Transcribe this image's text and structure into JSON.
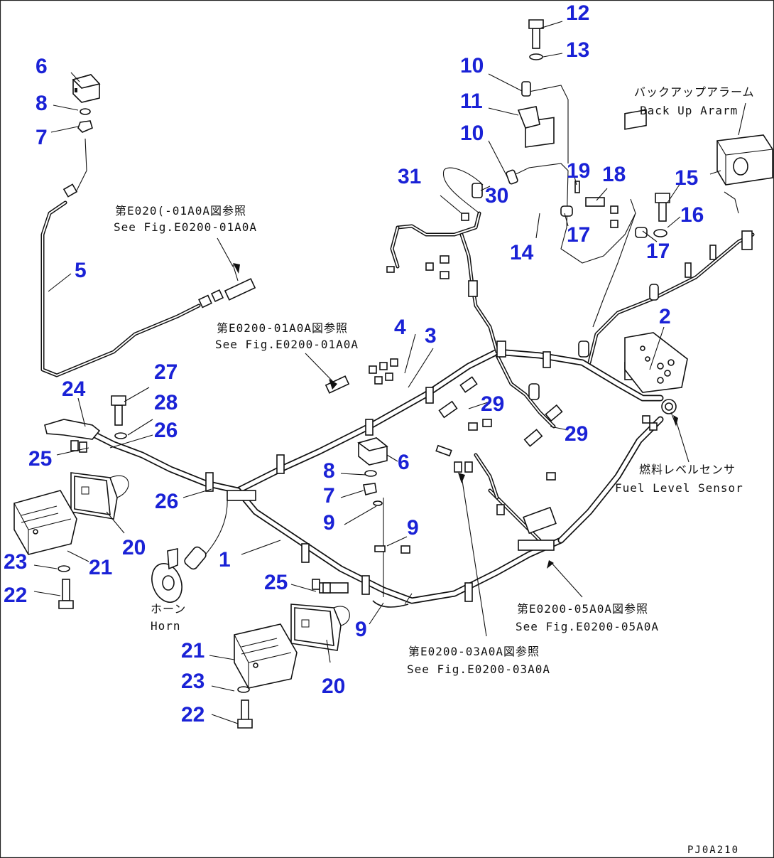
{
  "drawing_code": "PJ0A210",
  "callouts": {
    "c1": "1",
    "c2": "2",
    "c3": "3",
    "c4": "4",
    "c5": "5",
    "c6a": "6",
    "c6b": "6",
    "c7a": "7",
    "c7b": "7",
    "c8a": "8",
    "c8b": "8",
    "c9a": "9",
    "c9b": "9",
    "c9c": "9",
    "c10a": "10",
    "c10b": "10",
    "c11": "11",
    "c12": "12",
    "c13": "13",
    "c14": "14",
    "c15": "15",
    "c16": "16",
    "c17a": "17",
    "c17b": "17",
    "c18": "18",
    "c19": "19",
    "c20a": "20",
    "c20b": "20",
    "c21a": "21",
    "c21b": "21",
    "c22a": "22",
    "c22b": "22",
    "c23a": "23",
    "c23b": "23",
    "c24": "24",
    "c25a": "25",
    "c25b": "25",
    "c26a": "26",
    "c26b": "26",
    "c27": "27",
    "c28": "28",
    "c29a": "29",
    "c29b": "29",
    "c30": "30",
    "c31": "31"
  },
  "notes": {
    "ref1_jp": "第E020(-01A0A図参照",
    "ref1_en": "See Fig.E0200-01A0A",
    "ref2_jp": "第E0200-01A0A図参照",
    "ref2_en": "See Fig.E0200-01A0A",
    "ref3_jp": "第E0200-05A0A図参照",
    "ref3_en": "See Fig.E0200-05A0A",
    "ref4_jp": "第E0200-03A0A図参照",
    "ref4_en": "See Fig.E0200-03A0A",
    "alarm_jp": "バックアップアラーム",
    "alarm_en": "Back Up Ararm",
    "fuel_jp": "燃料レベルセンサ",
    "fuel_en": "Fuel Level Sensor",
    "horn_jp": "ホーン",
    "horn_en": "Horn"
  }
}
